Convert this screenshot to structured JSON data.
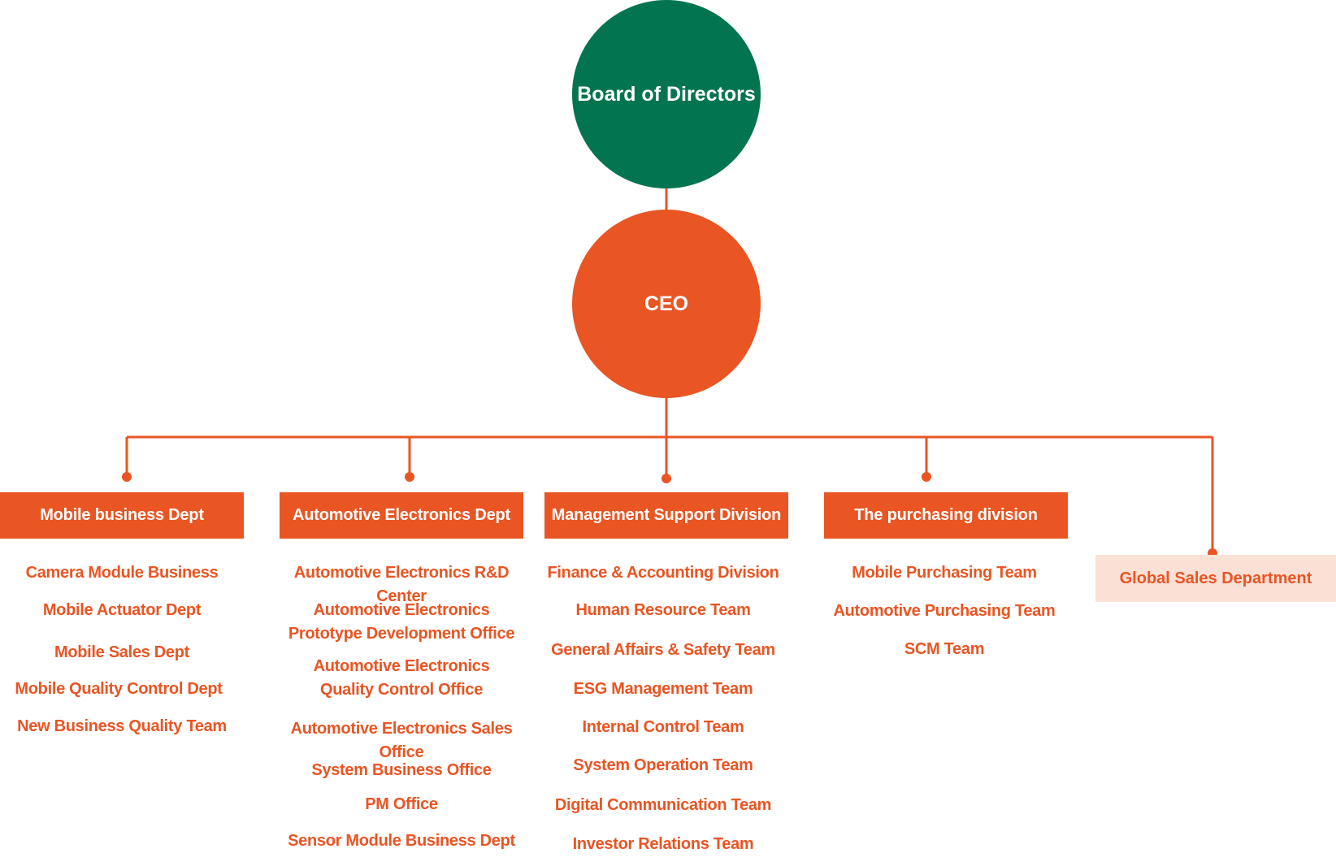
{
  "board": {
    "label": "Board of Directors"
  },
  "ceo": {
    "label": "CEO"
  },
  "departments": [
    {
      "name": "Mobile business Dept",
      "teams": [
        "Camera Module Business",
        "Mobile Actuator Dept",
        "Mobile Sales Dept",
        "Mobile Quality Control Dept",
        "New Business Quality Team"
      ]
    },
    {
      "name": "Automotive Electronics Dept",
      "teams": [
        "Automotive Electronics  R&D Center",
        "Automotive Electronics Prototype Development Office",
        "Automotive Electronics  Quality Control Office",
        "Automotive Electronics Sales Office",
        "System Business Office",
        "PM Office",
        "Sensor Module Business Dept"
      ]
    },
    {
      "name": "Management Support Division",
      "teams": [
        "Finance & Accounting Division",
        "Human Resource Team",
        "General Affairs & Safety Team",
        "ESG Management Team",
        "Internal Control Team",
        "System Operation Team",
        "Digital Communication Team",
        "Investor Relations Team"
      ]
    },
    {
      "name": "The purchasing division",
      "teams": [
        "Mobile Purchasing Team",
        "Automotive Purchasing Team",
        "SCM Team"
      ]
    }
  ],
  "global_sales": {
    "name": "Global Sales Department"
  },
  "colors": {
    "board": "#037450",
    "accent": "#E95523",
    "global_bg": "#FBE0D6"
  }
}
